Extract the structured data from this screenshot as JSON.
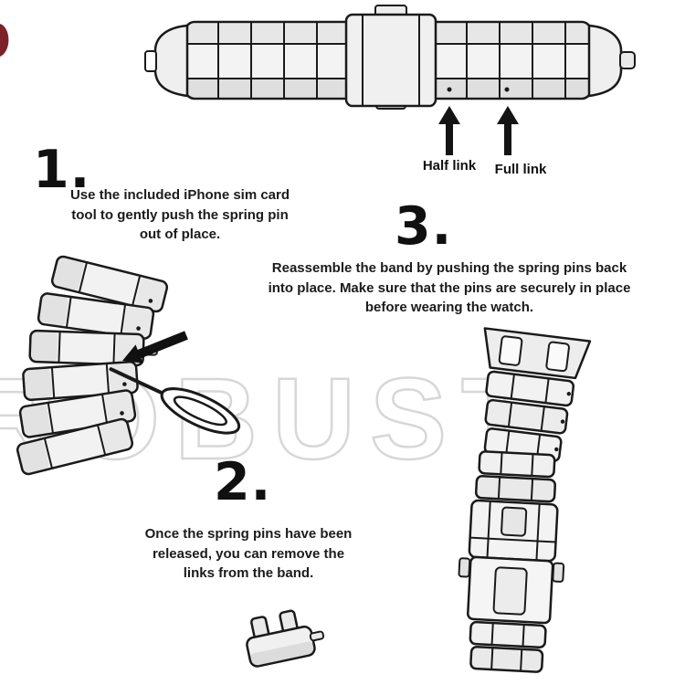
{
  "watermark": "ROBUST",
  "top_diagram": {
    "half_link_label": "Half link",
    "full_link_label": "Full link"
  },
  "steps": [
    {
      "number": "1.",
      "lines": [
        "Use the included iPhone sim card",
        "tool to gently push the spring pin",
        "out of place."
      ]
    },
    {
      "number": "2.",
      "lines": [
        "Once the spring pins have been",
        "released, you can remove the",
        "links from the band."
      ]
    },
    {
      "number": "3.",
      "lines": [
        "Reassemble the band by pushing the spring pins back",
        "into place. Make sure that the pins are securely in place",
        "before wearing the watch."
      ]
    }
  ],
  "colors": {
    "ink": "#1a1a1a",
    "paper": "#ffffff",
    "fill_light": "#f2f2f2",
    "fill_shade": "#e0e0e0",
    "watermark_gray": "#d7d7d7",
    "corner_mark_red": "#7d2228"
  }
}
